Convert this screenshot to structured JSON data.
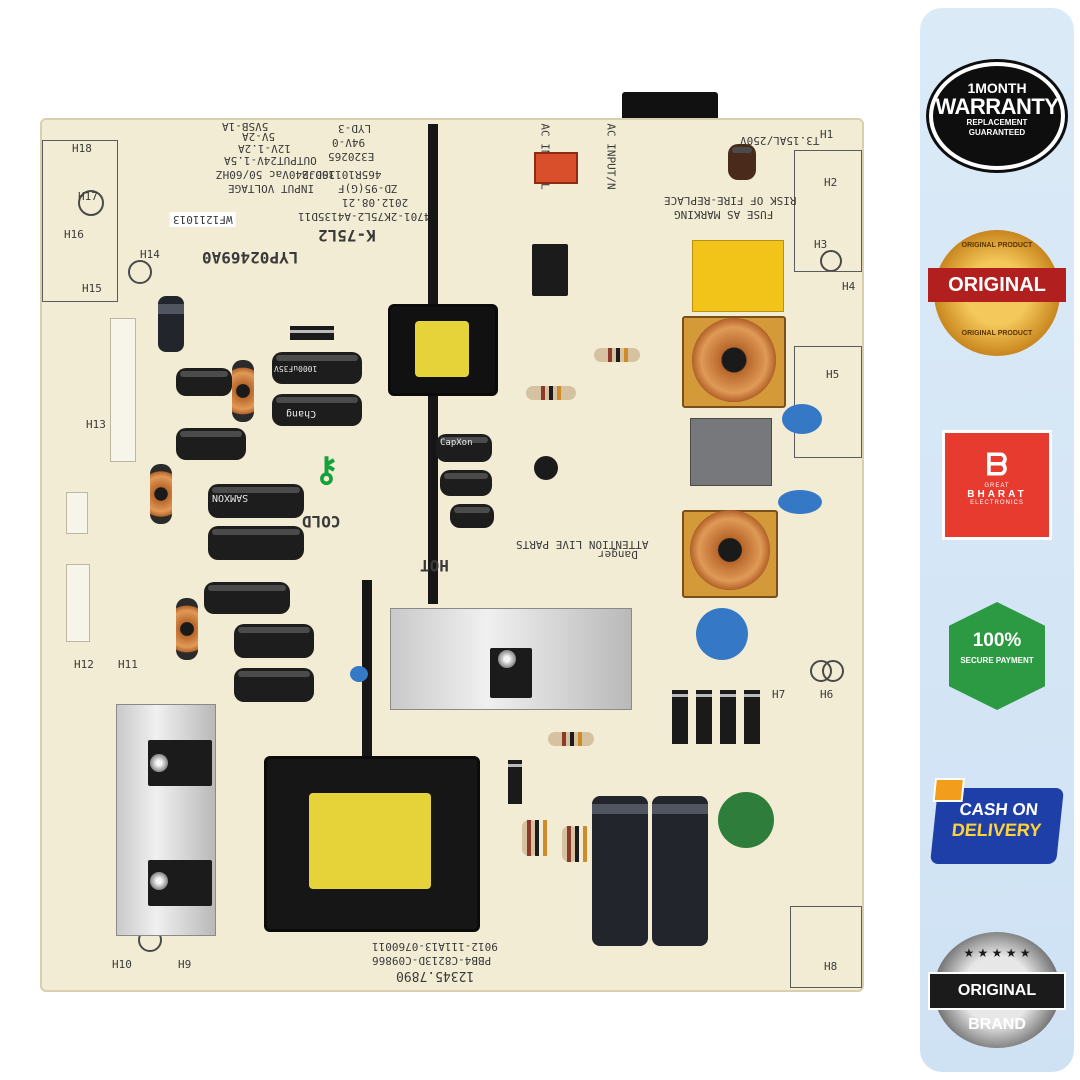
{
  "board": {
    "model": "K-75L2",
    "part_number": "LYP02469A0",
    "date_code": "2012.08.21",
    "pcb_code": "4701-2K75L2-A4135D11",
    "cert": "ZD-95(G)F",
    "cert_no": "465R1013SDJB",
    "ul_code": "E320265",
    "flammability": "94V-0",
    "lot": "LYD-3",
    "input_voltage_label": "INPUT VOLTAGE",
    "input_voltage": "100-240Vac 50/60HZ",
    "output_label": "OUTPUT24V-1.5A",
    "output_12v": "12V-1.2A",
    "output_5v": "5V-2A",
    "output_5vsb": "5VSB-1A",
    "hot_label": "HOT",
    "cold_label": "COLD",
    "danger_label": "Danger",
    "attention_label": "ATTENTION  LIVE PARTS",
    "fuse_warning_1": "RISK OF FIRE-REPLACE",
    "fuse_warning_2": "FUSE AS MARKING",
    "fuse_rating": "T3.15AL/250V",
    "ac_input_label": "AC INPUT/N",
    "ac_input_l_label": "AC INPUT/L",
    "serial_sticker": "WF1211013",
    "bottom_code_1": "9012-111A13-0760011",
    "bottom_code_2": "PBB4-C8213D-C09866",
    "barcode_digits": "12345.7890",
    "cap_brand_1": "Chang",
    "cap_brand_2": "SAMXON",
    "cap_brand_3": "CapXon",
    "cap_rating": "1000uF35V",
    "corner_marks": [
      "H18",
      "H17",
      "H16",
      "H15",
      "H14",
      "H13",
      "H12",
      "H11",
      "H10",
      "H9",
      "H8",
      "H7",
      "H6",
      "H5",
      "H4",
      "H3",
      "H2",
      "H1"
    ]
  },
  "badges": {
    "warranty_top": "1MONTH",
    "warranty_main": "WARRANTY",
    "warranty_sub_1": "REPLACEMENT",
    "warranty_sub_2": "GUARANTEED",
    "original_product_ring": "ORIGINAL PRODUCT",
    "original_main": "ORIGINAL",
    "brand_pre": "GREAT",
    "brand_name": "BHARAT",
    "brand_sub": "ELECTRONICS",
    "secure_pct": "100%",
    "secure_text": "SECURE PAYMENT",
    "cod_line1": "CASH ON",
    "cod_line2": "DELIVERY",
    "original_brand": "ORIGINAL BRAND"
  },
  "colors": {
    "board": "#f3ecd4",
    "brand_red": "#e63b2e",
    "secure_green": "#2c9a42",
    "cod_blue": "#1f3fa8",
    "gold": "#f5c85b",
    "panel_bg": "#dbeaf7"
  }
}
